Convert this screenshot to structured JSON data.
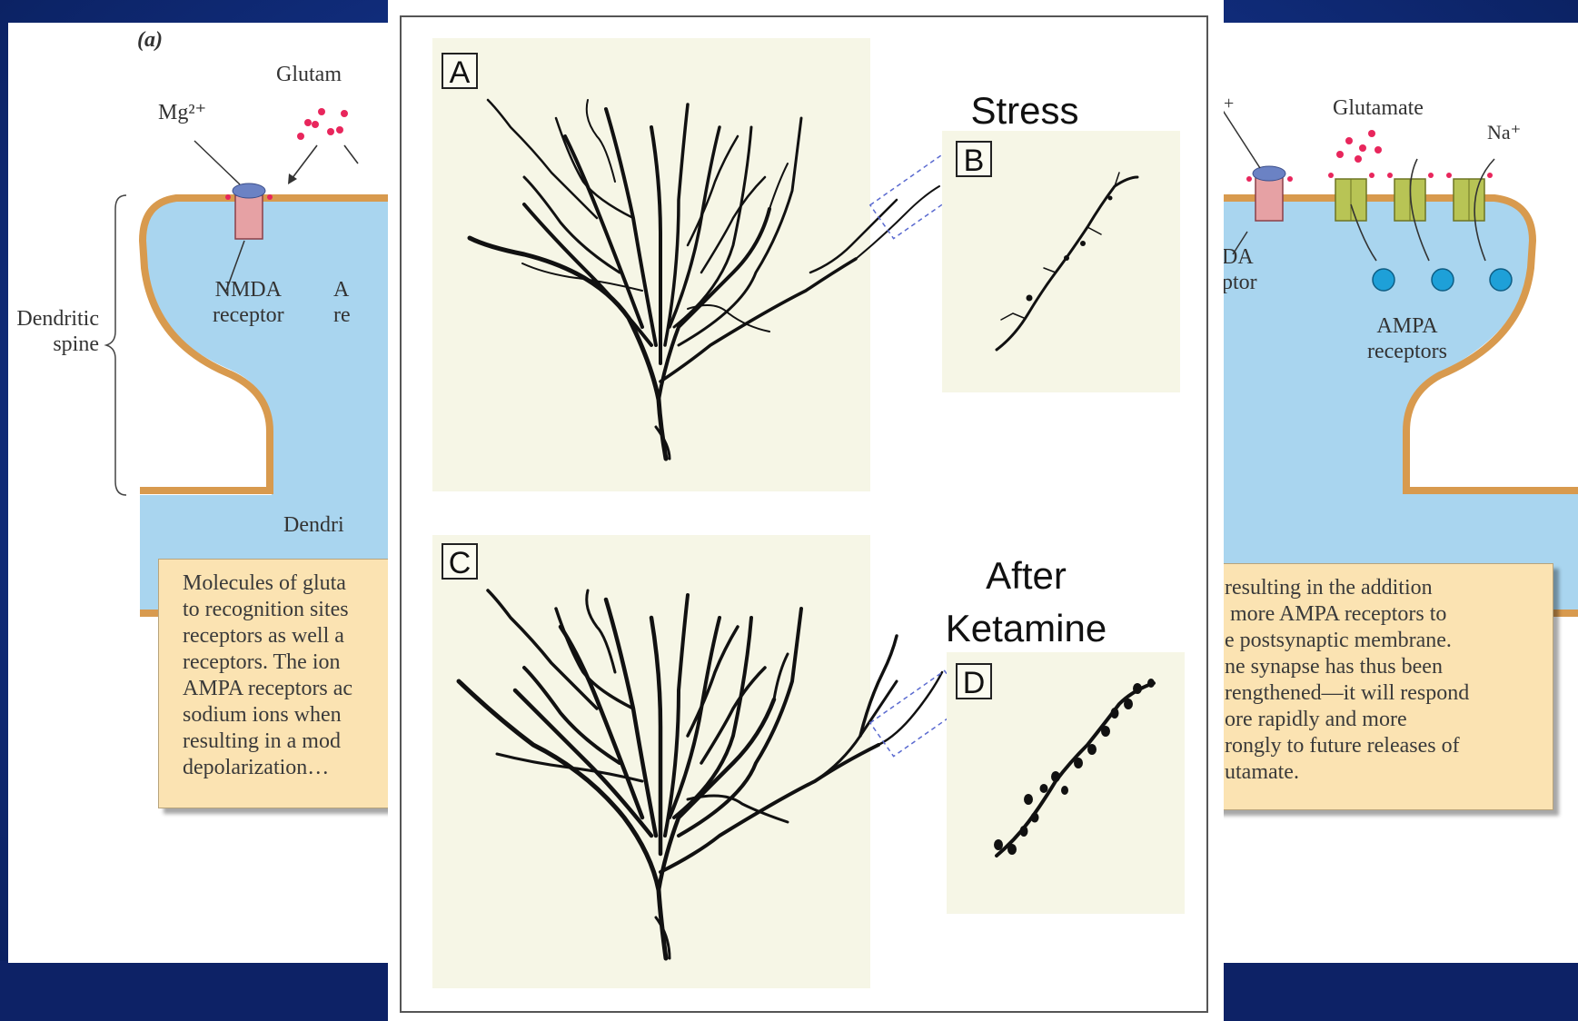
{
  "left_diagram": {
    "label_a": "(a)",
    "glutamate": "Glutam",
    "mg": "Mg²⁺",
    "nmda_receptor": "NMDA\nreceptor",
    "ampa_partial": "A\nre",
    "dendritic_spine": "Dendritic\nspine",
    "dendrite": "Dendri",
    "caption": "Molecules of gluta\nto recognition sites\nreceptors as well a\nreceptors. The ion\nAMPA receptors ac\nsodium ions when\nresulting in a mod\ndepolarization…"
  },
  "right_diagram": {
    "plus_fragment": "+",
    "glutamate": "Glutamate",
    "na": "Na⁺",
    "da_receptor": "DA\nptor",
    "ampa_receptors": "AMPA\nreceptors",
    "caption": "resulting in the addition\n more AMPA receptors to\ne postsynaptic membrane.\nne synapse has thus been\nrengthened—it will respond\nore rapidly and more\nrongly to future releases of\nutamate."
  },
  "center_figure": {
    "panel_a": "A",
    "panel_b": "B",
    "panel_c": "C",
    "panel_d": "D",
    "stress_label": "Stress",
    "after_label": "After",
    "ketamine_label": "Ketamine"
  },
  "colors": {
    "background_blue": "#123084",
    "membrane_orange": "#d89a4e",
    "cytoplasm_blue": "#a9d5ef",
    "caption_fill": "#fbe3b2",
    "receptor_pink": "#e6a1a4",
    "ampa_green": "#b8c455",
    "glutamate_red": "#e8265c",
    "ion_blue": "#1ea0d8",
    "cream_panel": "#f6f6e6"
  }
}
